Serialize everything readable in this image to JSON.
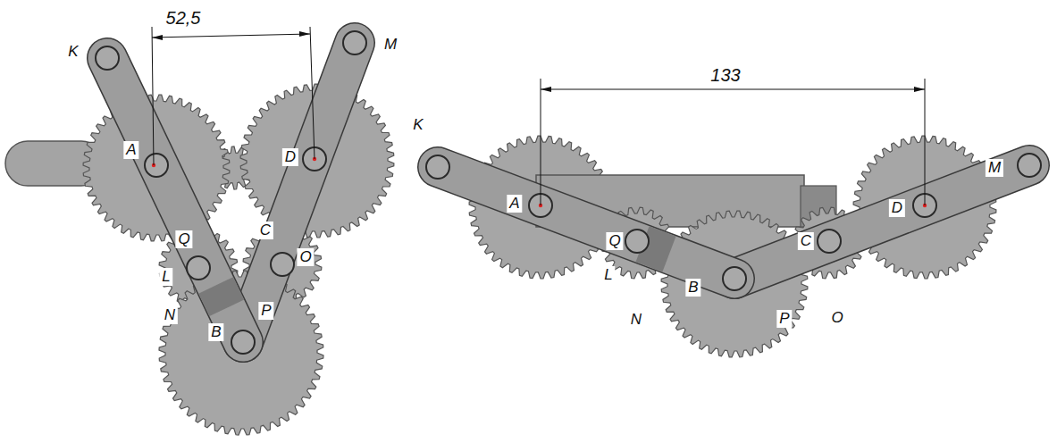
{
  "diagram": {
    "labels": [
      "52,5",
      "K",
      "M",
      "A",
      "D",
      "Q",
      "C",
      "L",
      "O",
      "N",
      "P",
      "B",
      "133",
      "K",
      "A",
      "Q",
      "L",
      "N",
      "B",
      "C",
      "P",
      "O",
      "D",
      "M"
    ]
  }
}
